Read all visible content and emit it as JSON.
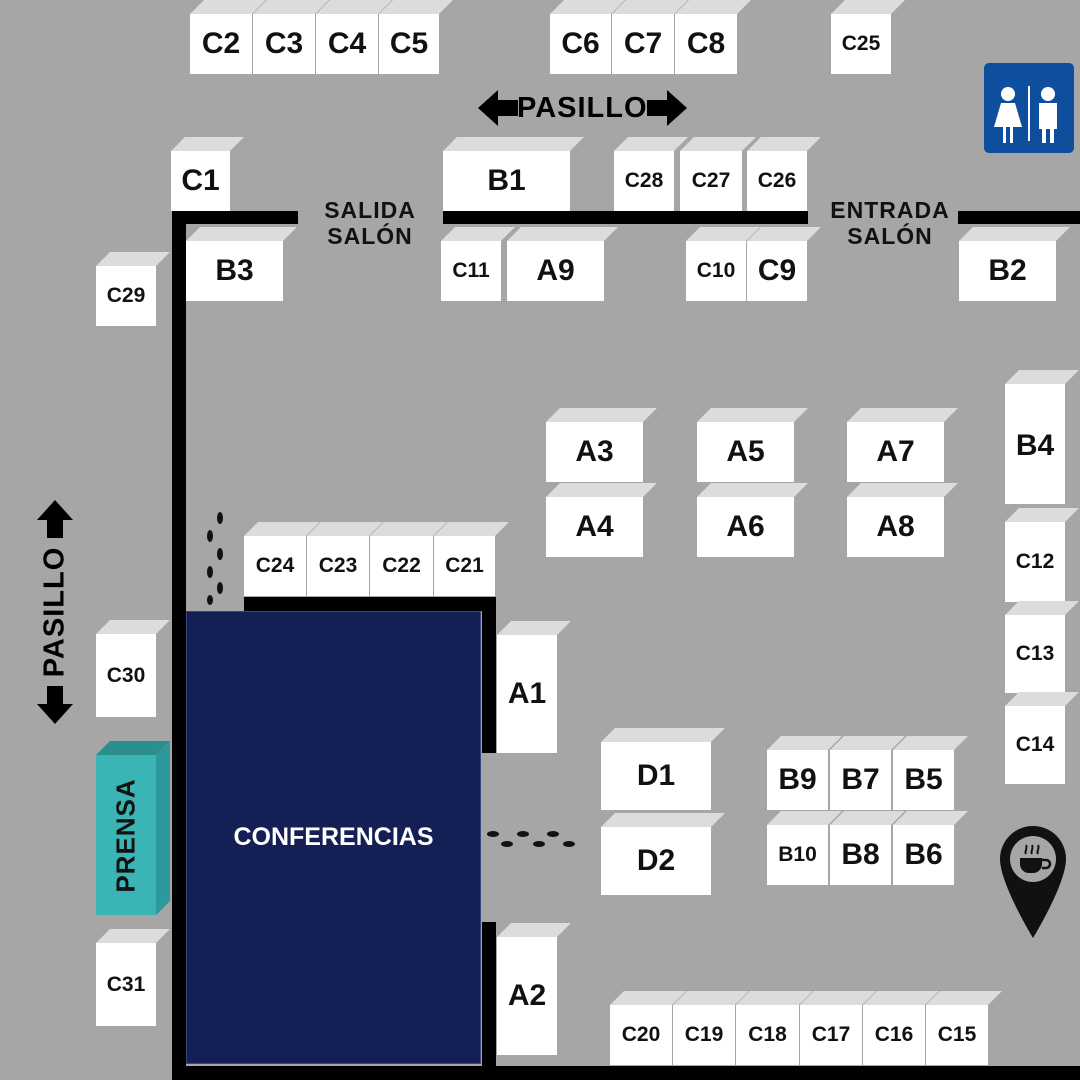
{
  "booths": {
    "C1": "C1",
    "C2": "C2",
    "C3": "C3",
    "C4": "C4",
    "C5": "C5",
    "C6": "C6",
    "C7": "C7",
    "C8": "C8",
    "C9": "C9",
    "C10": "C10",
    "C11": "C11",
    "C12": "C12",
    "C13": "C13",
    "C14": "C14",
    "C15": "C15",
    "C16": "C16",
    "C17": "C17",
    "C18": "C18",
    "C19": "C19",
    "C20": "C20",
    "C21": "C21",
    "C22": "C22",
    "C23": "C23",
    "C24": "C24",
    "C25": "C25",
    "C26": "C26",
    "C27": "C27",
    "C28": "C28",
    "C29": "C29",
    "C30": "C30",
    "C31": "C31",
    "A1": "A1",
    "A2": "A2",
    "A3": "A3",
    "A4": "A4",
    "A5": "A5",
    "A6": "A6",
    "A7": "A7",
    "A8": "A8",
    "A9": "A9",
    "B1": "B1",
    "B2": "B2",
    "B3": "B3",
    "B4": "B4",
    "B5": "B5",
    "B6": "B6",
    "B7": "B7",
    "B8": "B8",
    "B9": "B9",
    "B10": "B10",
    "D1": "D1",
    "D2": "D2"
  },
  "areas": {
    "conferencias": "CONFERENCIAS",
    "prensa": "PRENSA"
  },
  "labels": {
    "pasillo_top": "PASILLO",
    "pasillo_left": "PASILLO",
    "salida_1": "SALIDA",
    "salida_2": "SALÓN",
    "entrada_1": "ENTRADA",
    "entrada_2": "SALÓN"
  },
  "icons": {
    "restroom": "restroom-icon",
    "cafe": "coffee-location-icon",
    "footprints": "footprints-icon"
  },
  "colors": {
    "background": "#a6a6a6",
    "conference": "#141f55",
    "press": "#3ab4b4",
    "restroom": "#0d4f9c"
  }
}
